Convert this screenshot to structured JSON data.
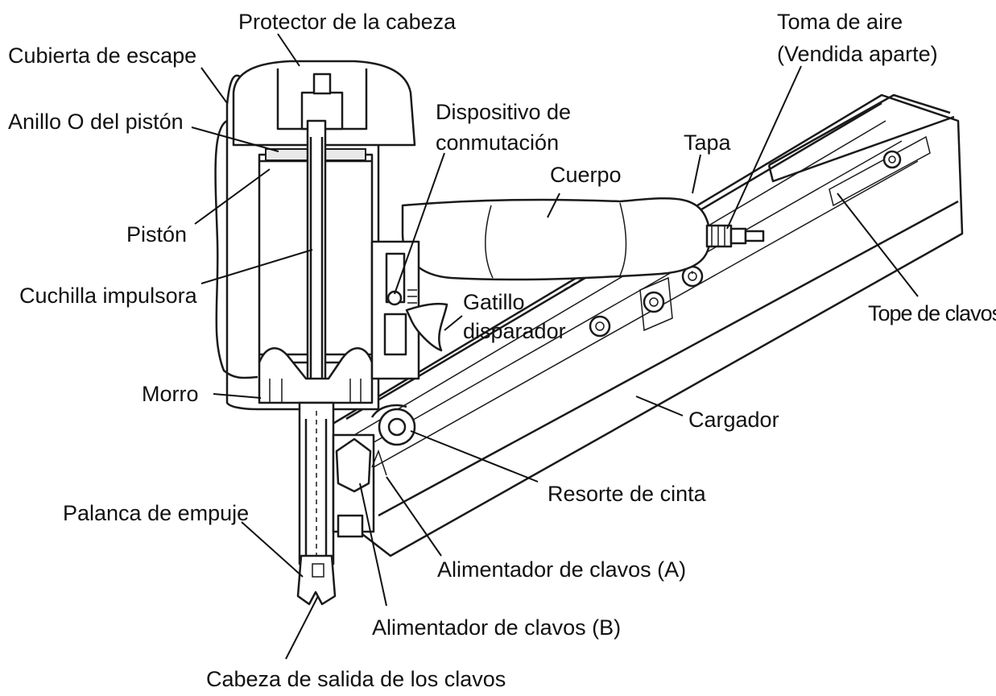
{
  "diagram": {
    "labels": {
      "protector_cabeza": "Protector de la cabeza",
      "cubierta_escape": "Cubierta de escape",
      "toma_aire_1": "Toma de aire",
      "toma_aire_2": "(Vendida aparte)",
      "anillo_o": "Anillo O del pistón",
      "dispositivo_1": "Dispositivo de",
      "dispositivo_2": "conmutación",
      "tapa": "Tapa",
      "cuerpo": "Cuerpo",
      "piston": "Pistón",
      "cuchilla": "Cuchilla impulsora",
      "gatillo_1": "Gatillo",
      "gatillo_2": "disparador",
      "tope_clavos": "Tope de clavos",
      "morro": "Morro",
      "cargador": "Cargador",
      "resorte": "Resorte de cinta",
      "palanca": "Palanca de empuje",
      "alimentador_a": "Alimentador de clavos (A)",
      "alimentador_b": "Alimentador de clavos (B)",
      "cabeza_salida": "Cabeza de salida de los clavos"
    }
  }
}
